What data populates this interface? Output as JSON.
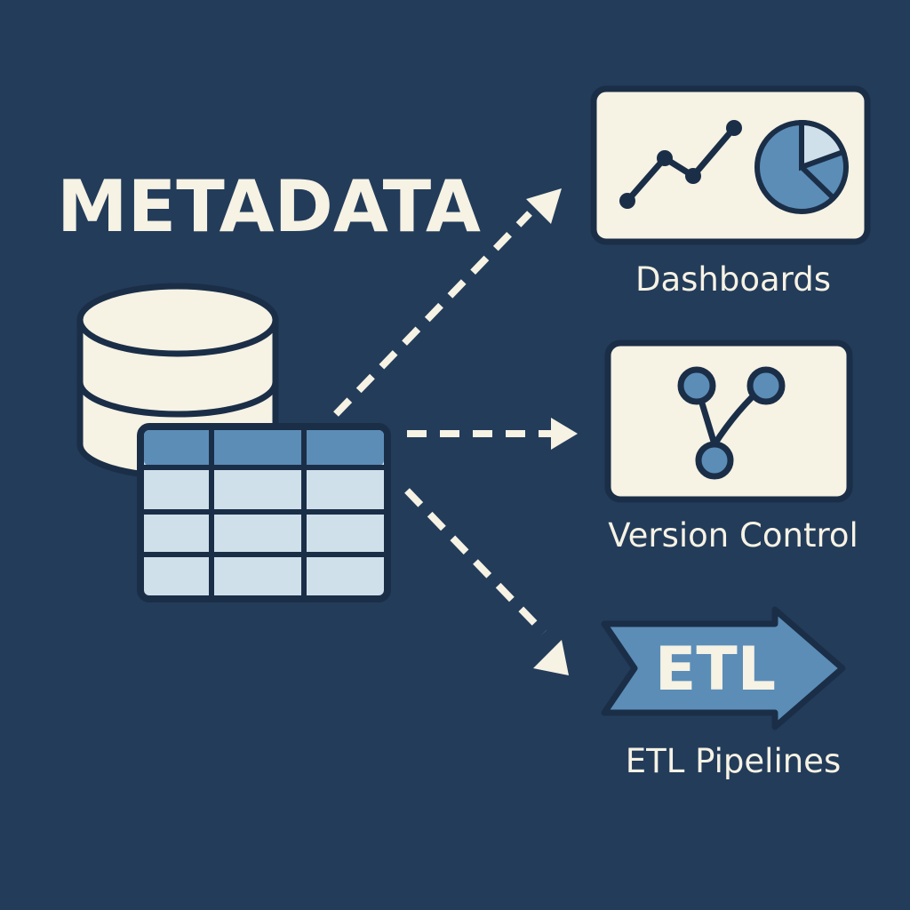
{
  "diagram": {
    "title": "METADATA",
    "targets": {
      "dashboards": {
        "label": "Dashboards"
      },
      "version_control": {
        "label": "Version Control"
      },
      "etl": {
        "badge": "ETL",
        "label": "ETL Pipelines"
      }
    }
  },
  "icons": {
    "source_database": "database-icon",
    "source_table": "table-icon",
    "dashboards_line": "line-chart-icon",
    "dashboards_pie": "pie-chart-icon",
    "version_control": "git-branch-icon",
    "etl": "arrow-banner-icon"
  },
  "colors": {
    "background": "#233c5a",
    "cream": "#f6f2e4",
    "outline": "#1b2e47",
    "accent_blue": "#5b8db7",
    "light_blue": "#cfe0eb"
  }
}
